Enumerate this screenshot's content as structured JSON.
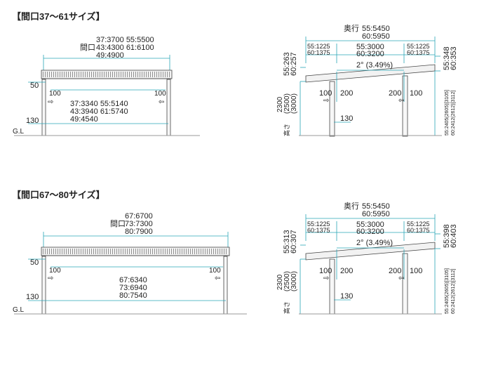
{
  "top": {
    "heading": "【間口37～61サイズ】",
    "front": {
      "overall_label": "間口",
      "overall_lines": [
        "37:3700 55:5500",
        "43:4300 61:6100",
        "49:4900"
      ],
      "inner_lines": [
        "37:3340 55:5140",
        "43:3940 61:5740",
        "49:4540"
      ],
      "left_100": "100",
      "right_100": "100",
      "h50": "50",
      "h130": "130",
      "gl": "G.L"
    },
    "side": {
      "depth_label": "奥行",
      "depth_lines": [
        "55:5450",
        "60:5950"
      ],
      "seg_left": [
        "55:1225",
        "60:1375"
      ],
      "seg_mid": [
        "55:3000",
        "60:3200"
      ],
      "seg_right": [
        "55:1225",
        "60:1375"
      ],
      "slope": "2° (3.49%)",
      "left_h": [
        "55:263",
        "60:257"
      ],
      "right_h": [
        "55:348",
        "60:353"
      ],
      "height": [
        "2300",
        "(2500)",
        "(3000)"
      ],
      "height_label": "高さ",
      "post_left_100": "100",
      "post_left_200": "200",
      "post_right_200": "200",
      "post_right_100": "100",
      "v130": "130",
      "right_vert": [
        "55:2405(2605)[3105]",
        "60:2412(2612)[3112]"
      ]
    }
  },
  "bottom": {
    "heading": "【間口67～80サイズ】",
    "front": {
      "overall_label": "間口",
      "overall_lines": [
        "67:6700",
        "73:7300",
        "80:7900"
      ],
      "inner_lines": [
        "67:6340",
        "73:6940",
        "80:7540"
      ],
      "left_100": "100",
      "right_100": "100",
      "h50": "50",
      "h130": "130",
      "gl": "G.L"
    },
    "side": {
      "depth_label": "奥行",
      "depth_lines": [
        "55:5450",
        "60:5950"
      ],
      "seg_left": [
        "55:1225",
        "60:1375"
      ],
      "seg_mid": [
        "55:3000",
        "60:3200"
      ],
      "seg_right": [
        "55:1225",
        "60:1375"
      ],
      "slope": "2° (3.49%)",
      "left_h": [
        "55:313",
        "60:307"
      ],
      "right_h": [
        "55:398",
        "60:403"
      ],
      "height": [
        "2300",
        "(2500)",
        "(3000)"
      ],
      "height_label": "高さ",
      "post_left_100": "100",
      "post_left_200": "200",
      "post_right_200": "200",
      "post_right_100": "100",
      "v130": "130",
      "right_vert": [
        "55:2405(2605)[3105]",
        "60:2412(2612)[3112]"
      ]
    }
  }
}
